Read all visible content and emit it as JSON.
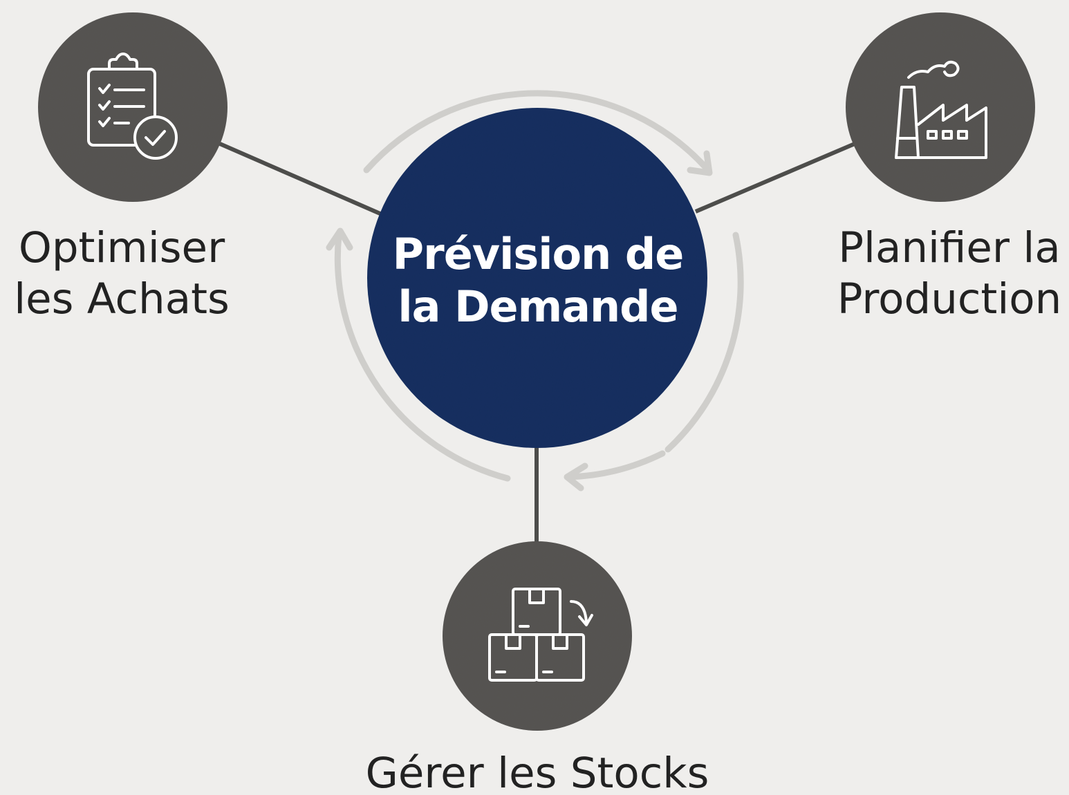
{
  "center": {
    "line1": "Prévision de",
    "line2": "la Demande"
  },
  "nodes": {
    "purchasing": {
      "line1": "Optimiser",
      "line2": "les Achats",
      "icon": "clipboard-check-icon"
    },
    "production": {
      "line1": "Planifier la",
      "line2": "Production",
      "icon": "factory-icon"
    },
    "inventory": {
      "line1": "Gérer les Stocks",
      "icon": "stacked-boxes-icon"
    }
  },
  "colors": {
    "background": "#efeeec",
    "center_fill": "#12305f",
    "node_fill": "#555451",
    "connector": "#4d4d4b",
    "cycle_arrows": "#cfcecb",
    "icon_stroke": "#ffffff",
    "label_text": "#222222"
  }
}
